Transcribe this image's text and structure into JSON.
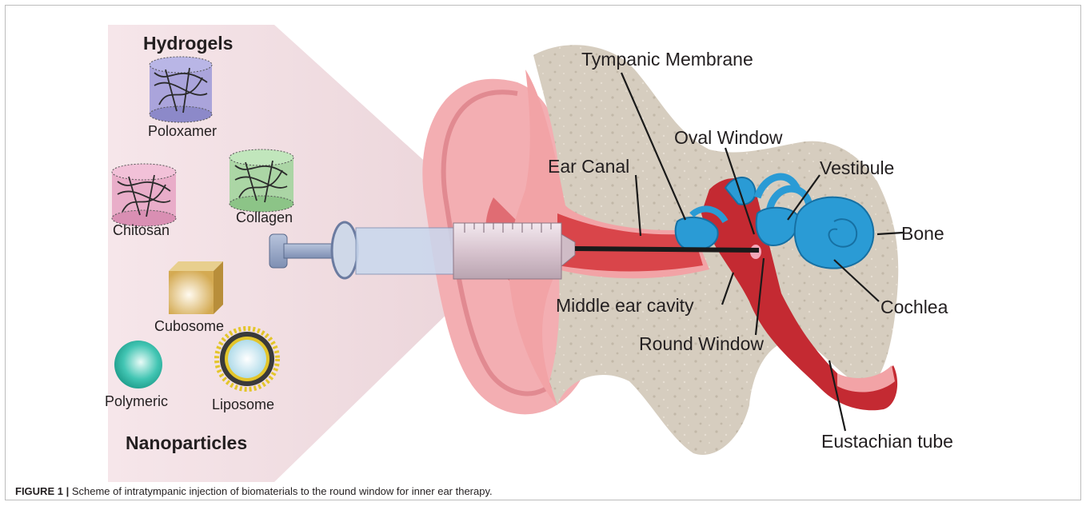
{
  "groups": {
    "hydrogels_title": "Hydrogels",
    "nanoparticles_title": "Nanoparticles"
  },
  "materials": {
    "poloxamer": "Poloxamer",
    "chitosan": "Chitosan",
    "collagen": "Collagen",
    "cubosome": "Cubosome",
    "polymeric": "Polymeric",
    "liposome": "Liposome"
  },
  "anatomy": {
    "tympanic_membrane": "Tympanic Membrane",
    "oval_window": "Oval Window",
    "ear_canal": "Ear Canal",
    "vestibule": "Vestibule",
    "bone": "Bone",
    "middle_ear_cavity": "Middle ear cavity",
    "cochlea": "Cochlea",
    "round_window": "Round Window",
    "eustachian_tube": "Eustachian tube"
  },
  "caption": {
    "label": "FIGURE 1 |",
    "text": " Scheme of intratympanic injection of biomaterials to the round window for inner ear therapy."
  },
  "colors": {
    "bone": "#d6cdbf",
    "ear_skin": "#f3aeb2",
    "canal_red": "#d9454a",
    "inner_ear_blue": "#2a9bd5",
    "middle_ear_red": "#c42a32",
    "poloxamer": "#9c99d8",
    "chitosan": "#e6a3c3",
    "collagen": "#9fd49a",
    "cubosome": "#dcb764",
    "polymeric": "#2dbaa8",
    "liposome_head": "#e3c52a"
  }
}
